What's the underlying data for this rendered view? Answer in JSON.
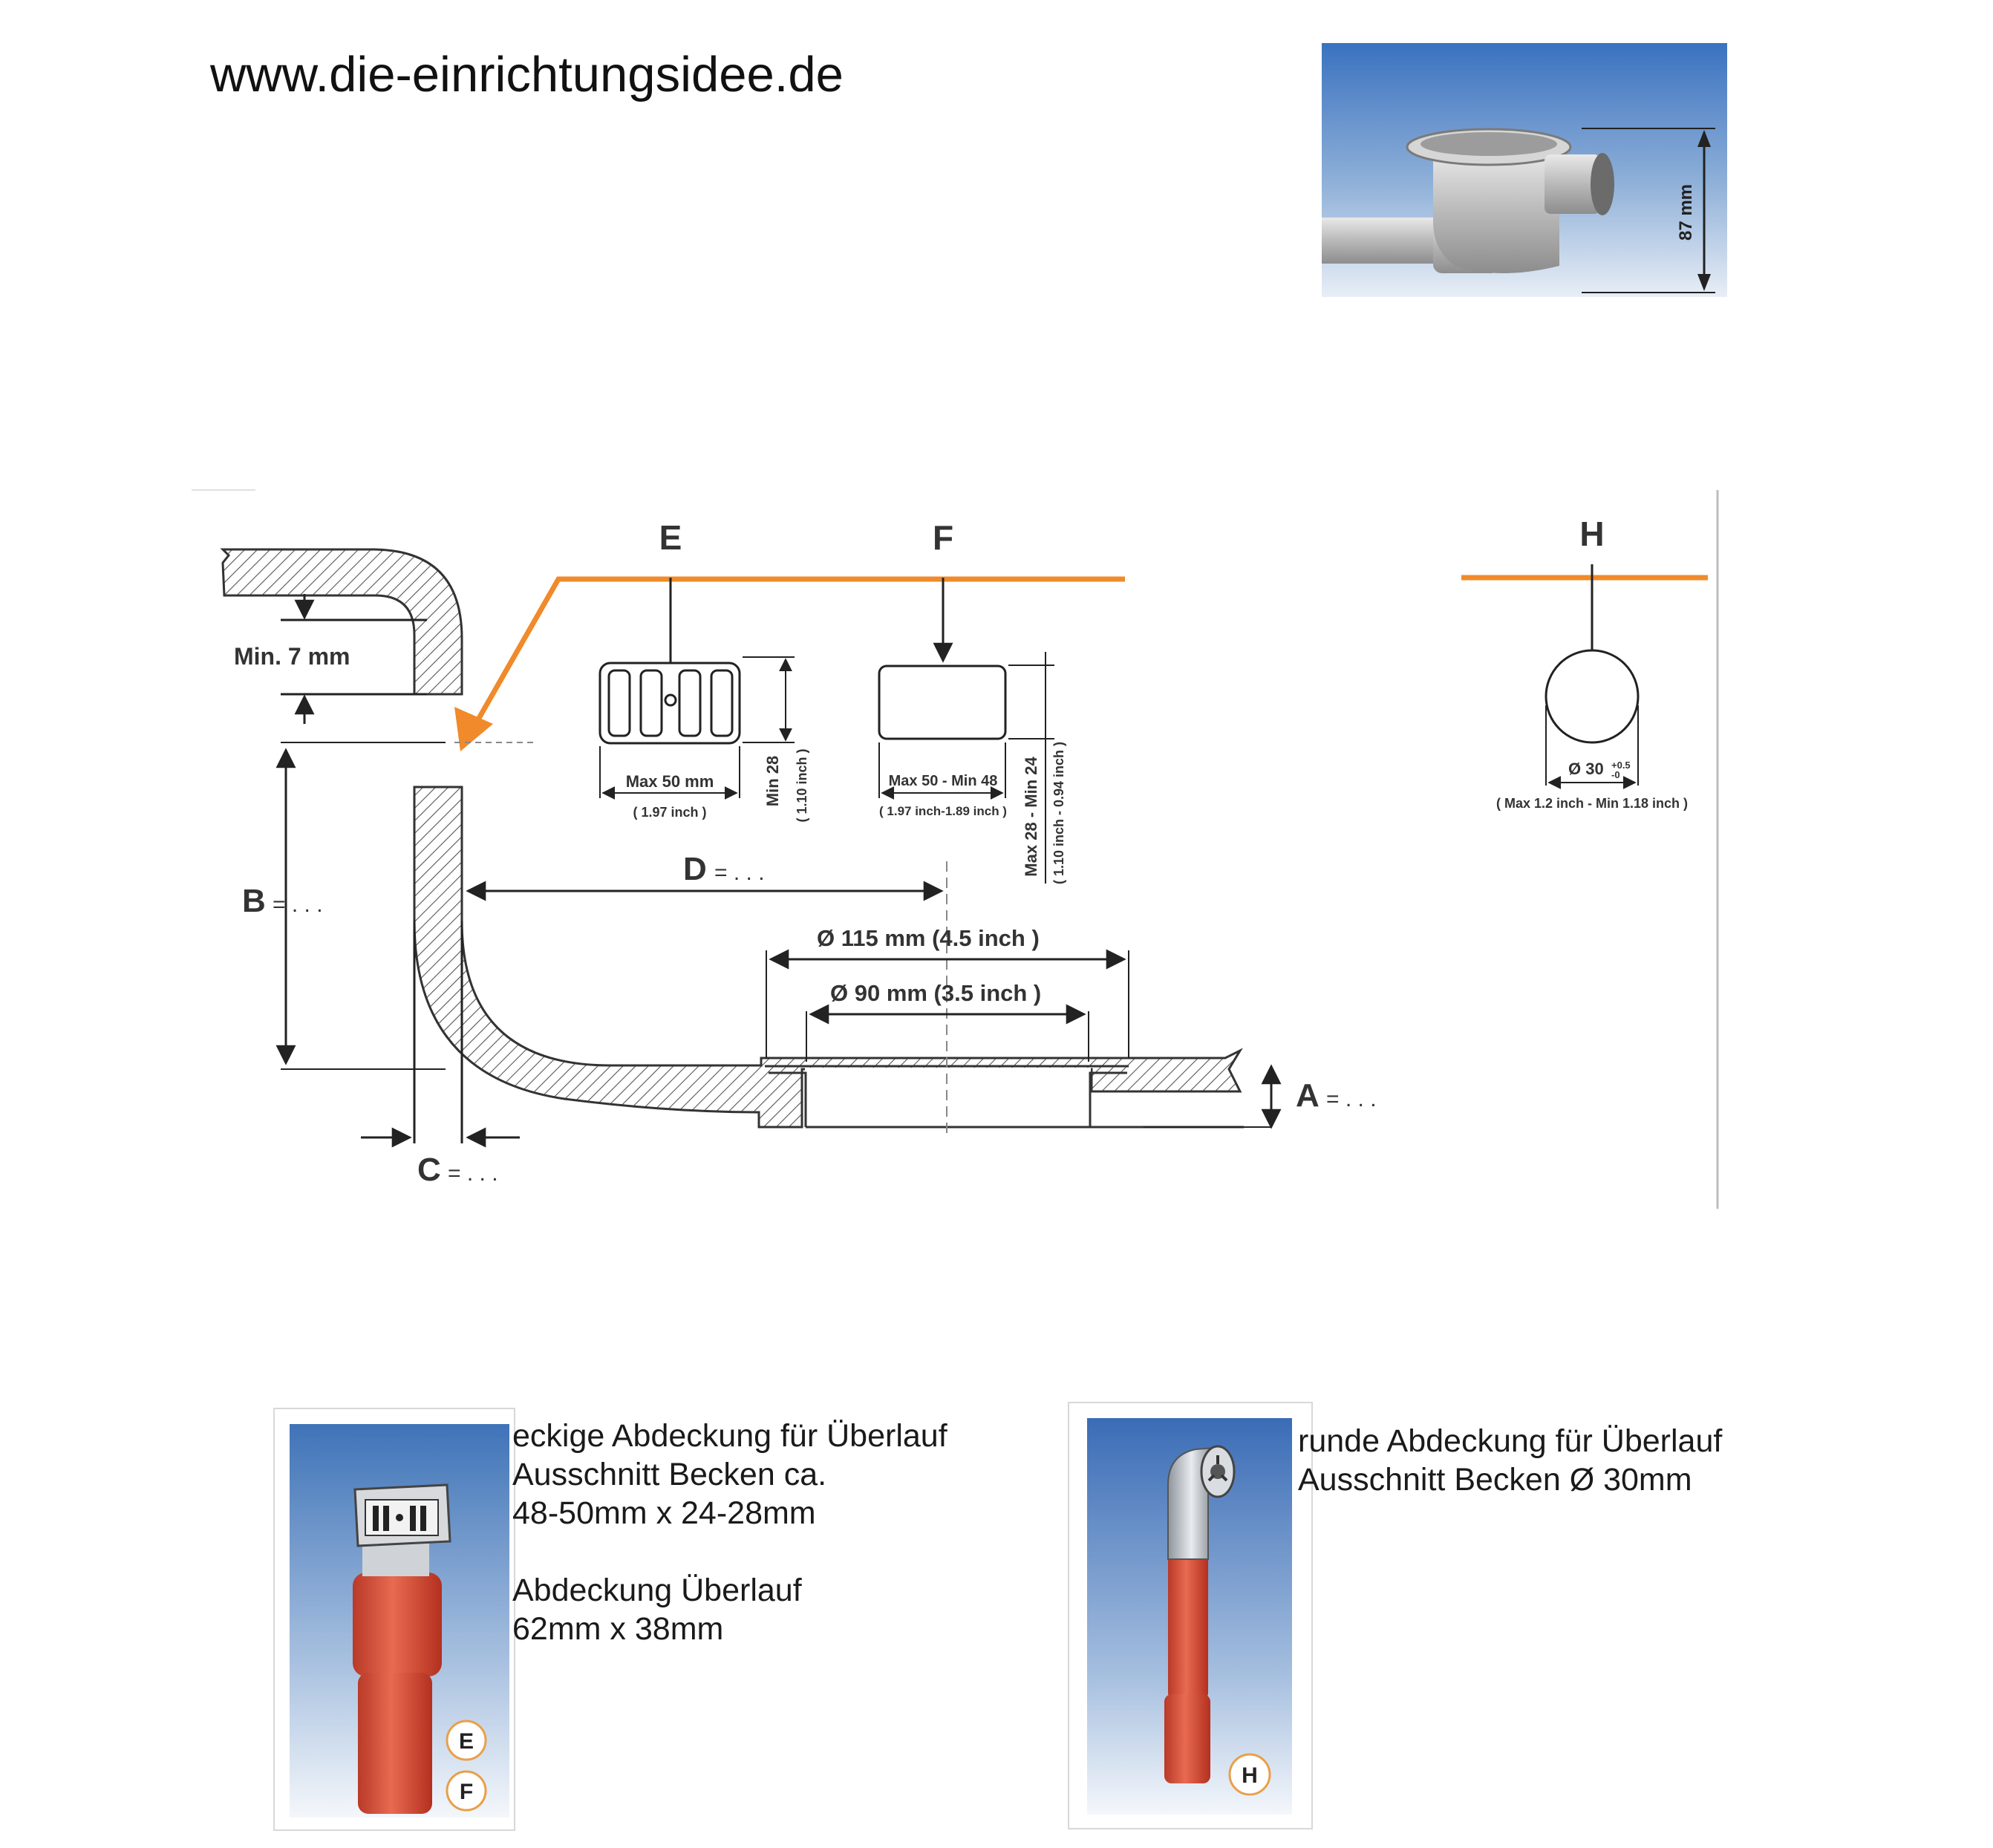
{
  "header": {
    "url": "www.die-einrichtungsidee.de"
  },
  "top_photo": {
    "height_label": "87 mm"
  },
  "diagram": {
    "section_E": "E",
    "section_F": "F",
    "section_H": "H",
    "min_wall": "Min. 7 mm",
    "label_B": "B",
    "label_C": "C",
    "label_D": "D",
    "label_A": "A",
    "dots": "= . . .",
    "dia_outer": "Ø 115 mm (4.5 inch )",
    "dia_inner": "Ø 90 mm (3.5 inch )",
    "E_width": "Max 50 mm",
    "E_width_inch": "( 1.97 inch )",
    "E_height": "Min 28",
    "E_height_inch": "( 1.10 inch )",
    "F_width": "Max 50 - Min 48",
    "F_width_inch": "( 1.97 inch-1.89 inch )",
    "F_height": "Max 28 - Min 24",
    "F_height_inch": "( 1.10 inch - 0.94 inch )",
    "H_dia": "Ø 30",
    "H_tol_top": "+0.5",
    "H_tol_bottom": "-0",
    "H_dia_inch": "( Max 1.2 inch - Min 1.18 inch )"
  },
  "products": {
    "rect_cover": {
      "badges": [
        "E",
        "F"
      ],
      "lines": [
        "eckige Abdeckung für Überlauf",
        "Ausschnitt Becken ca.",
        "48-50mm x 24-28mm",
        "",
        "Abdeckung Überlauf",
        "62mm x 38mm"
      ]
    },
    "round_cover": {
      "badges": [
        "H"
      ],
      "lines": [
        "runde Abdeckung für Überlauf",
        "Ausschnitt Becken Ø 30mm"
      ]
    }
  },
  "colors": {
    "accent_orange": "#f08a2a",
    "photo_blue": "#3f73b8",
    "tube_red": "#d8543f"
  }
}
